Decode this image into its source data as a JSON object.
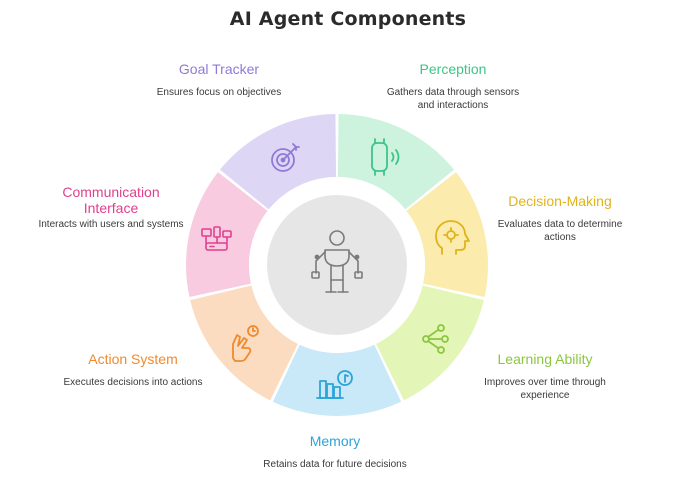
{
  "title": "AI Agent Components",
  "components": [
    {
      "id": "goal",
      "name": "Goal Tracker",
      "description": "Ensures focus on objectives",
      "color": "#8f7ad8",
      "fill": "#ddd6f5",
      "icon": "target-arrow-icon"
    },
    {
      "id": "perception",
      "name": "Perception",
      "description": "Gathers data through sensors and interactions",
      "color": "#3ec487",
      "fill": "#cdf3df",
      "icon": "wearable-sensor-icon"
    },
    {
      "id": "decision",
      "name": "Decision-Making",
      "description": "Evaluates data to determine actions",
      "color": "#e0b31b",
      "fill": "#fbebad",
      "icon": "head-gear-icon"
    },
    {
      "id": "learning",
      "name": "Learning Ability",
      "description": "Improves over time through experience",
      "color": "#8cc63f",
      "fill": "#e3f6b8",
      "icon": "network-nodes-icon"
    },
    {
      "id": "memory",
      "name": "Memory",
      "description": "Retains data for future decisions",
      "color": "#2ea3d8",
      "fill": "#c9e9f8",
      "icon": "database-music-icon"
    },
    {
      "id": "action",
      "name": "Action System",
      "description": "Executes decisions into actions",
      "color": "#ef8a2e",
      "fill": "#fbdcc0",
      "icon": "hand-gesture-icon"
    },
    {
      "id": "communication",
      "name": "Communication Interface",
      "description": "Interacts with users and systems",
      "color": "#e0408f",
      "fill": "#f9cbe0",
      "icon": "devices-network-icon"
    }
  ],
  "center": {
    "icon": "robot-icon",
    "fill": "#e6e6e6",
    "stroke": "#7a7a7a"
  }
}
